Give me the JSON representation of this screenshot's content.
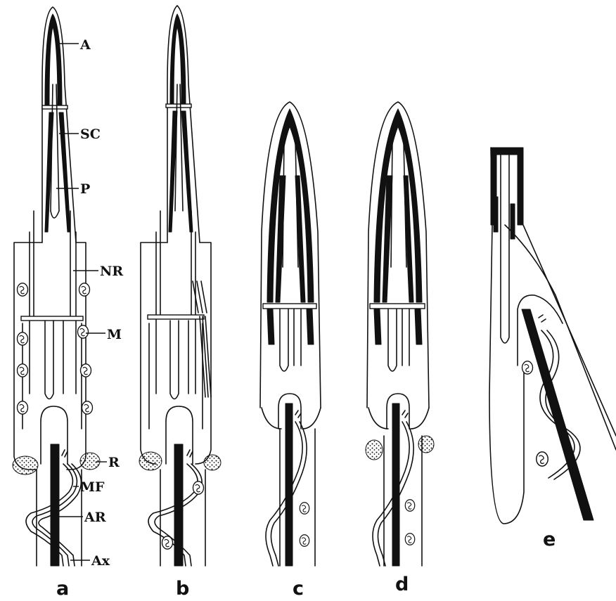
{
  "structure_labels": {
    "A": "A",
    "SC": "SC",
    "P": "P",
    "NR": "NR",
    "M": "M",
    "R": "R",
    "MF": "MF",
    "AR": "AR",
    "Ax": "Ax"
  },
  "panels": [
    "a",
    "b",
    "c",
    "d",
    "e"
  ],
  "colors": {
    "ink": "#111111",
    "paper": "#ffffff"
  }
}
